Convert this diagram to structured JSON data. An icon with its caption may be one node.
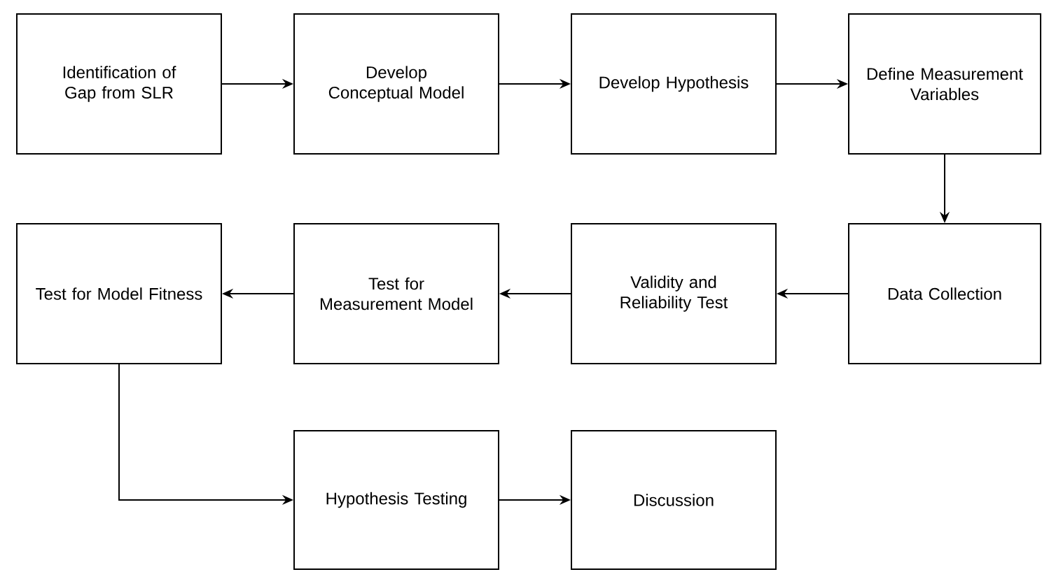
{
  "diagram": {
    "nodes": [
      {
        "text": [
          "Identification of Gap from SLR"
        ]
      },
      {
        "text": [
          "Develop Conceptual Model"
        ]
      },
      {
        "text": [
          "Develop Hypothesis"
        ]
      },
      {
        "text": [
          "Define Measurement Variables"
        ]
      },
      {
        "text": [
          "Test for Model Fitness"
        ]
      },
      {
        "text": [
          "Test for Measurement Model"
        ]
      },
      {
        "text": [
          "Validity and Reliability Test"
        ]
      },
      {
        "text": [
          "Data Collection"
        ]
      },
      {
        "text": [
          "Hypothesis Testing"
        ]
      },
      {
        "text": [
          "Discussion"
        ]
      }
    ],
    "edges": [
      {
        "from": 0,
        "to": 1,
        "arrow": "to"
      },
      {
        "from": 1,
        "to": 2,
        "arrow": "to"
      },
      {
        "from": 2,
        "to": 3,
        "arrow": "to"
      },
      {
        "from": 3,
        "to": 7,
        "arrow": "to"
      },
      {
        "from": 7,
        "to": 6,
        "arrow": "to"
      },
      {
        "from": 6,
        "to": 5,
        "arrow": "to"
      },
      {
        "from": 5,
        "to": 4,
        "arrow": "to"
      },
      {
        "from": 4,
        "to": 8,
        "arrow": "to"
      },
      {
        "from": 8,
        "to": 9,
        "arrow": "to"
      }
    ]
  }
}
